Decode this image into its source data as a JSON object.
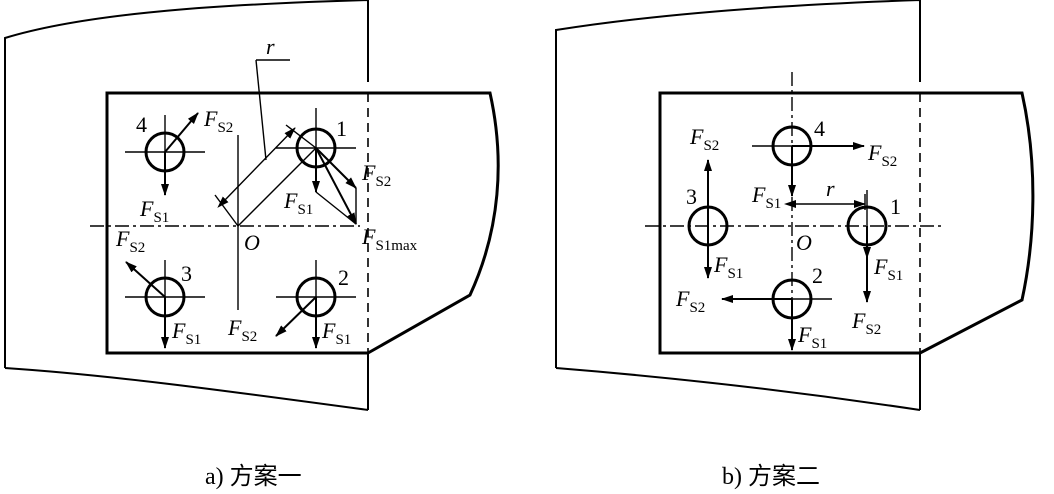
{
  "captions": {
    "a": "a) 方案一",
    "b": "b) 方案二"
  },
  "labels": {
    "bolt_1": "1",
    "bolt_2": "2",
    "bolt_3": "3",
    "bolt_4": "4",
    "center": "O",
    "radius": "r",
    "force_letter": "F",
    "sub_s1": "S1",
    "sub_s2": "S2",
    "sub_s1max": "S1max"
  }
}
